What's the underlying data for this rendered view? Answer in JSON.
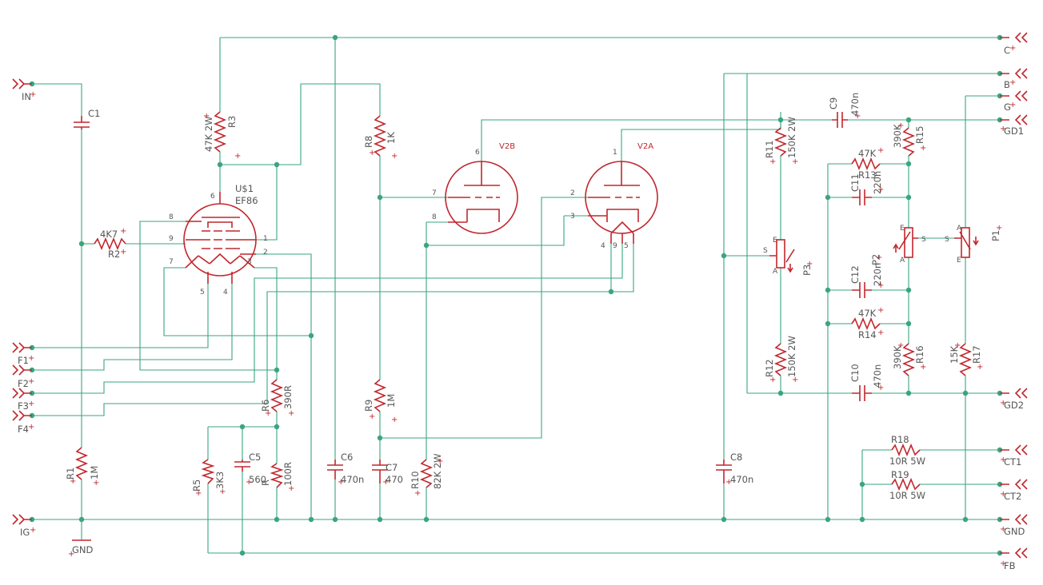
{
  "components": {
    "C1": {
      "ref": "C1",
      "value": ""
    },
    "C5": {
      "ref": "C5",
      "value": "560"
    },
    "C6": {
      "ref": "C6",
      "value": "470n"
    },
    "C7": {
      "ref": "C7",
      "value": "470"
    },
    "C8": {
      "ref": "C8",
      "value": "470n"
    },
    "C9": {
      "ref": "C9",
      "value": "470n"
    },
    "C10": {
      "ref": "C10",
      "value": "470n"
    },
    "C11": {
      "ref": "C11",
      "value": "220n"
    },
    "C12": {
      "ref": "C12",
      "value": "220n"
    },
    "R1": {
      "ref": "R1",
      "value": "1M"
    },
    "R2": {
      "ref": "R2",
      "value": "4K7"
    },
    "R3": {
      "ref": "R3",
      "value": "47K 2W"
    },
    "R4": {
      "ref": "R",
      "value": "100R"
    },
    "R5": {
      "ref": "R5",
      "value": "3K3"
    },
    "R6": {
      "ref": "R6",
      "value": "390R"
    },
    "R8": {
      "ref": "R8",
      "value": "1K"
    },
    "R9": {
      "ref": "R9",
      "value": "1M"
    },
    "R10": {
      "ref": "R10",
      "value": "82K 2W"
    },
    "R11": {
      "ref": "R11",
      "value": "150K 2W"
    },
    "R12": {
      "ref": "R12",
      "value": "150K 2W"
    },
    "R13": {
      "ref": "R13",
      "value": "47K"
    },
    "R14": {
      "ref": "R14",
      "value": "47K"
    },
    "R15": {
      "ref": "R15",
      "value": "390K"
    },
    "R16": {
      "ref": "R16",
      "value": "390K"
    },
    "R17": {
      "ref": "R17",
      "value": "15K"
    },
    "R18": {
      "ref": "R18",
      "value": "10R 5W"
    },
    "R19": {
      "ref": "R19",
      "value": "10R 5W"
    },
    "P1": {
      "ref": "P1"
    },
    "P2": {
      "ref": "P2"
    },
    "P3": {
      "ref": "P3"
    },
    "U1": {
      "ref": "U$1",
      "value": "EF86"
    },
    "V2A": {
      "ref": "V2A"
    },
    "V2B": {
      "ref": "V2B"
    }
  },
  "pot_letters": {
    "a": "A",
    "e": "E",
    "s": "S"
  },
  "connectors": {
    "in": "IN",
    "ig": "IG",
    "f1": "F1",
    "f2": "F2",
    "f3": "F3",
    "f4": "F4",
    "c": "C",
    "b": "B",
    "g": "G",
    "gd1": "GD1",
    "gd2": "GD2",
    "ct1": "CT1",
    "ct2": "CT2",
    "gnd_r": "GND",
    "fb": "FB",
    "gnd_l": "GND"
  },
  "pins": {
    "u1": {
      "p1": "1",
      "p2": "2",
      "p3": "3",
      "p4": "4",
      "p5": "5",
      "p6": "6",
      "p7": "7",
      "p8": "8",
      "p9": "9"
    },
    "v2b": {
      "p6": "6",
      "p7": "7",
      "p8": "8"
    },
    "v2a": {
      "p1": "1",
      "p2": "2",
      "p3": "3",
      "p4": "4",
      "p5": "5",
      "p9": "9"
    }
  },
  "colors": {
    "wire": "#3aa57f",
    "part": "#c1272d",
    "text": "#555555"
  }
}
